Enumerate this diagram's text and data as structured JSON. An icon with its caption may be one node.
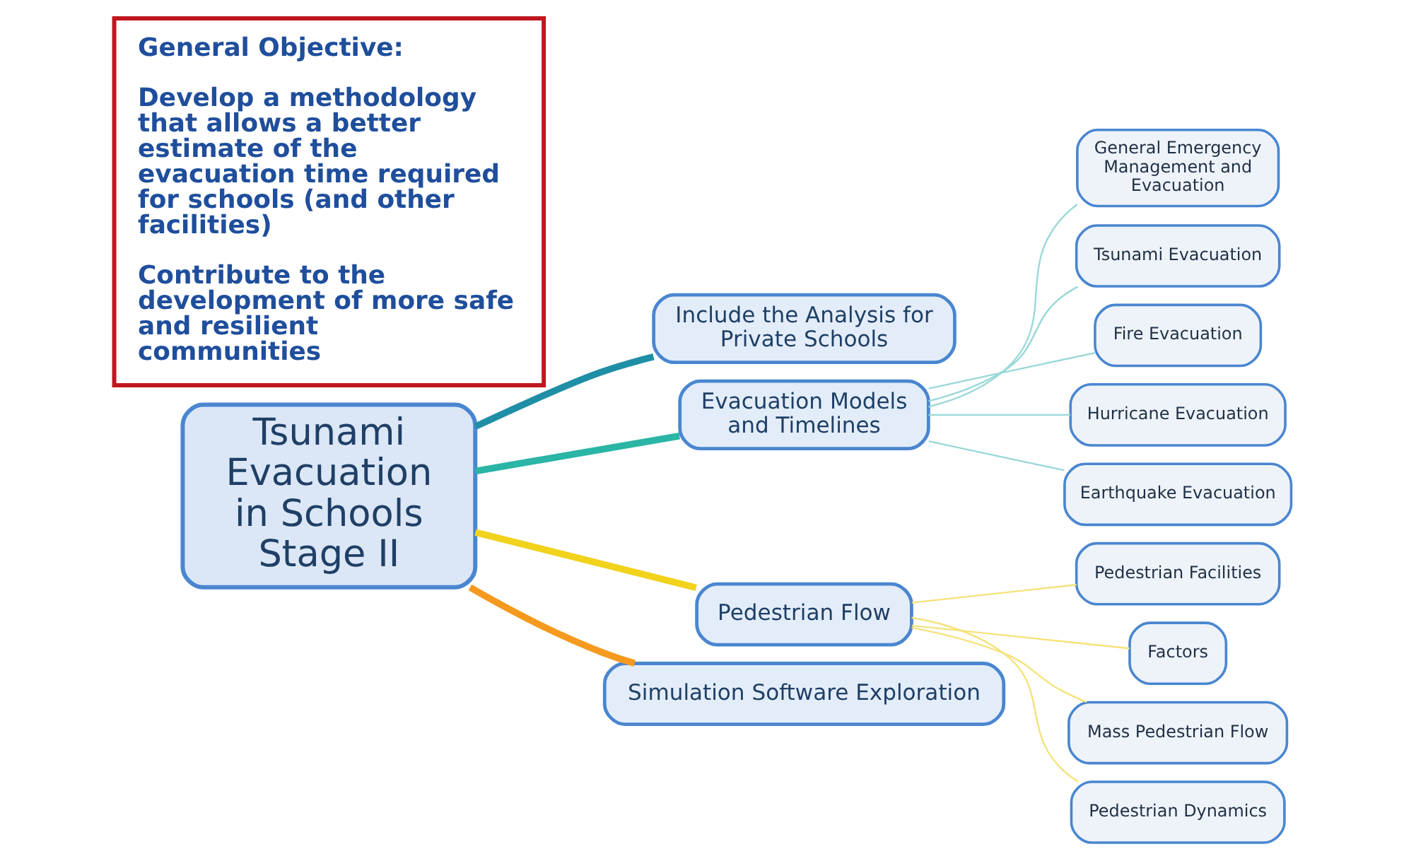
{
  "diagram": {
    "nodes": [
      {
        "text": [
          "Tsunami Evacuation in Schools Stage II"
        ]
      },
      {
        "text": [
          "Include the Analysis for Private Schools"
        ]
      },
      {
        "text": [
          "Evacuation Models and Timelines"
        ]
      },
      {
        "text": [
          "General Emergency Management and Evacuation"
        ]
      },
      {
        "text": [
          "Tsunami Evacuation"
        ]
      },
      {
        "text": [
          "Fire Evacuation"
        ]
      },
      {
        "text": [
          "Hurricane Evacuation"
        ]
      },
      {
        "text": [
          "Earthquake Evacuation"
        ]
      },
      {
        "text": [
          "Pedestrian Flow"
        ]
      },
      {
        "text": [
          "Pedestrian Facilities"
        ]
      },
      {
        "text": [
          "Factors"
        ]
      },
      {
        "text": [
          "Mass Pedestrian Flow"
        ]
      },
      {
        "text": [
          "Pedestrian Dynamics"
        ]
      },
      {
        "text": [
          "Simulation Software Exploration"
        ]
      },
      {
        "text": [
          "General Objective:",
          "Develop a methodology that allows a better estimate of the evacuation time required for schools (and other facilities)",
          "Contribute to the development of more safe and resilient communities"
        ]
      }
    ],
    "edges": [
      {
        "from": 0,
        "to": 1,
        "arrow": "none",
        "style": "thick",
        "color": "#1f8fa6"
      },
      {
        "from": 0,
        "to": 2,
        "arrow": "none",
        "style": "thick",
        "color": "#2ab5a5"
      },
      {
        "from": 2,
        "to": 3,
        "arrow": "none",
        "color": "#9ad8d8"
      },
      {
        "from": 2,
        "to": 4,
        "arrow": "none",
        "color": "#9ad8d8"
      },
      {
        "from": 2,
        "to": 5,
        "arrow": "none",
        "color": "#9ad8d8"
      },
      {
        "from": 2,
        "to": 6,
        "arrow": "none",
        "color": "#9ad8d8"
      },
      {
        "from": 2,
        "to": 7,
        "arrow": "none",
        "color": "#9ad8d8"
      },
      {
        "from": 0,
        "to": 8,
        "arrow": "none",
        "style": "thick",
        "color": "#f2d21b"
      },
      {
        "from": 8,
        "to": 9,
        "arrow": "none",
        "color": "#f5e27a"
      },
      {
        "from": 8,
        "to": 10,
        "arrow": "none",
        "color": "#f5e27a"
      },
      {
        "from": 8,
        "to": 11,
        "arrow": "none",
        "color": "#f5e27a"
      },
      {
        "from": 8,
        "to": 12,
        "arrow": "none",
        "color": "#f5e27a"
      },
      {
        "from": 0,
        "to": 13,
        "arrow": "none",
        "style": "thick",
        "color": "#f59a1f"
      }
    ]
  }
}
